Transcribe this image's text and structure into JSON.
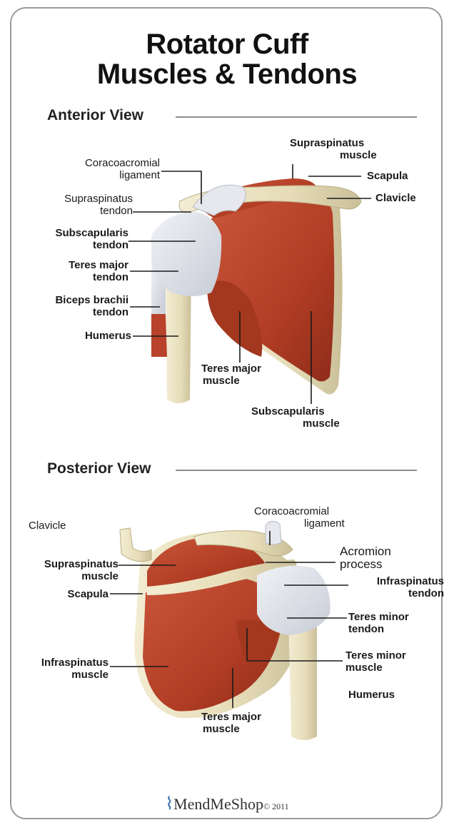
{
  "title": {
    "line1": "Rotator Cuff",
    "line2": "Muscles & Tendons"
  },
  "anterior": {
    "heading": "Anterior View",
    "labels": {
      "coracoacromial": [
        "Coracoacromial",
        "ligament"
      ],
      "supraspinatus_tendon": [
        "Supraspinatus",
        "tendon"
      ],
      "subscapularis_tendon": [
        "Subscapularis",
        "tendon"
      ],
      "teres_major_tendon": [
        "Teres major",
        "tendon"
      ],
      "biceps_tendon": [
        "Biceps brachii",
        "tendon"
      ],
      "humerus": "Humerus",
      "supraspinatus_muscle": [
        "Supraspinatus",
        "muscle"
      ],
      "scapula": "Scapula",
      "clavicle": "Clavicle",
      "teres_major_muscle": [
        "Teres major",
        "muscle"
      ],
      "subscapularis_muscle": [
        "Subscapularis",
        "muscle"
      ]
    }
  },
  "posterior": {
    "heading": "Posterior View",
    "labels": {
      "clavicle": "Clavicle",
      "supraspinatus_muscle": [
        "Supraspinatus",
        "muscle"
      ],
      "scapula": "Scapula",
      "infraspinatus_muscle": [
        "Infraspinatus",
        "muscle"
      ],
      "coracoacromial": [
        "Coracoacromial",
        "ligament"
      ],
      "acromion": [
        "Acromion",
        "process"
      ],
      "infraspinatus_tendon": [
        "Infraspinatus",
        "tendon"
      ],
      "teres_minor_tendon": [
        "Teres minor",
        "tendon"
      ],
      "teres_minor_muscle": [
        "Teres minor",
        "muscle"
      ],
      "humerus": "Humerus",
      "teres_major_muscle": [
        "Teres major",
        "muscle"
      ]
    }
  },
  "footer": {
    "brand": "MendMeShop",
    "year": "© 2011"
  },
  "colors": {
    "muscle": "#b8432a",
    "muscle_dark": "#8e2c1a",
    "bone": "#ece4c6",
    "bone_shade": "#c9bf98",
    "tendon": "#dfe2e8",
    "leader": "#1a1a1a",
    "rule": "#8c8c8c"
  }
}
